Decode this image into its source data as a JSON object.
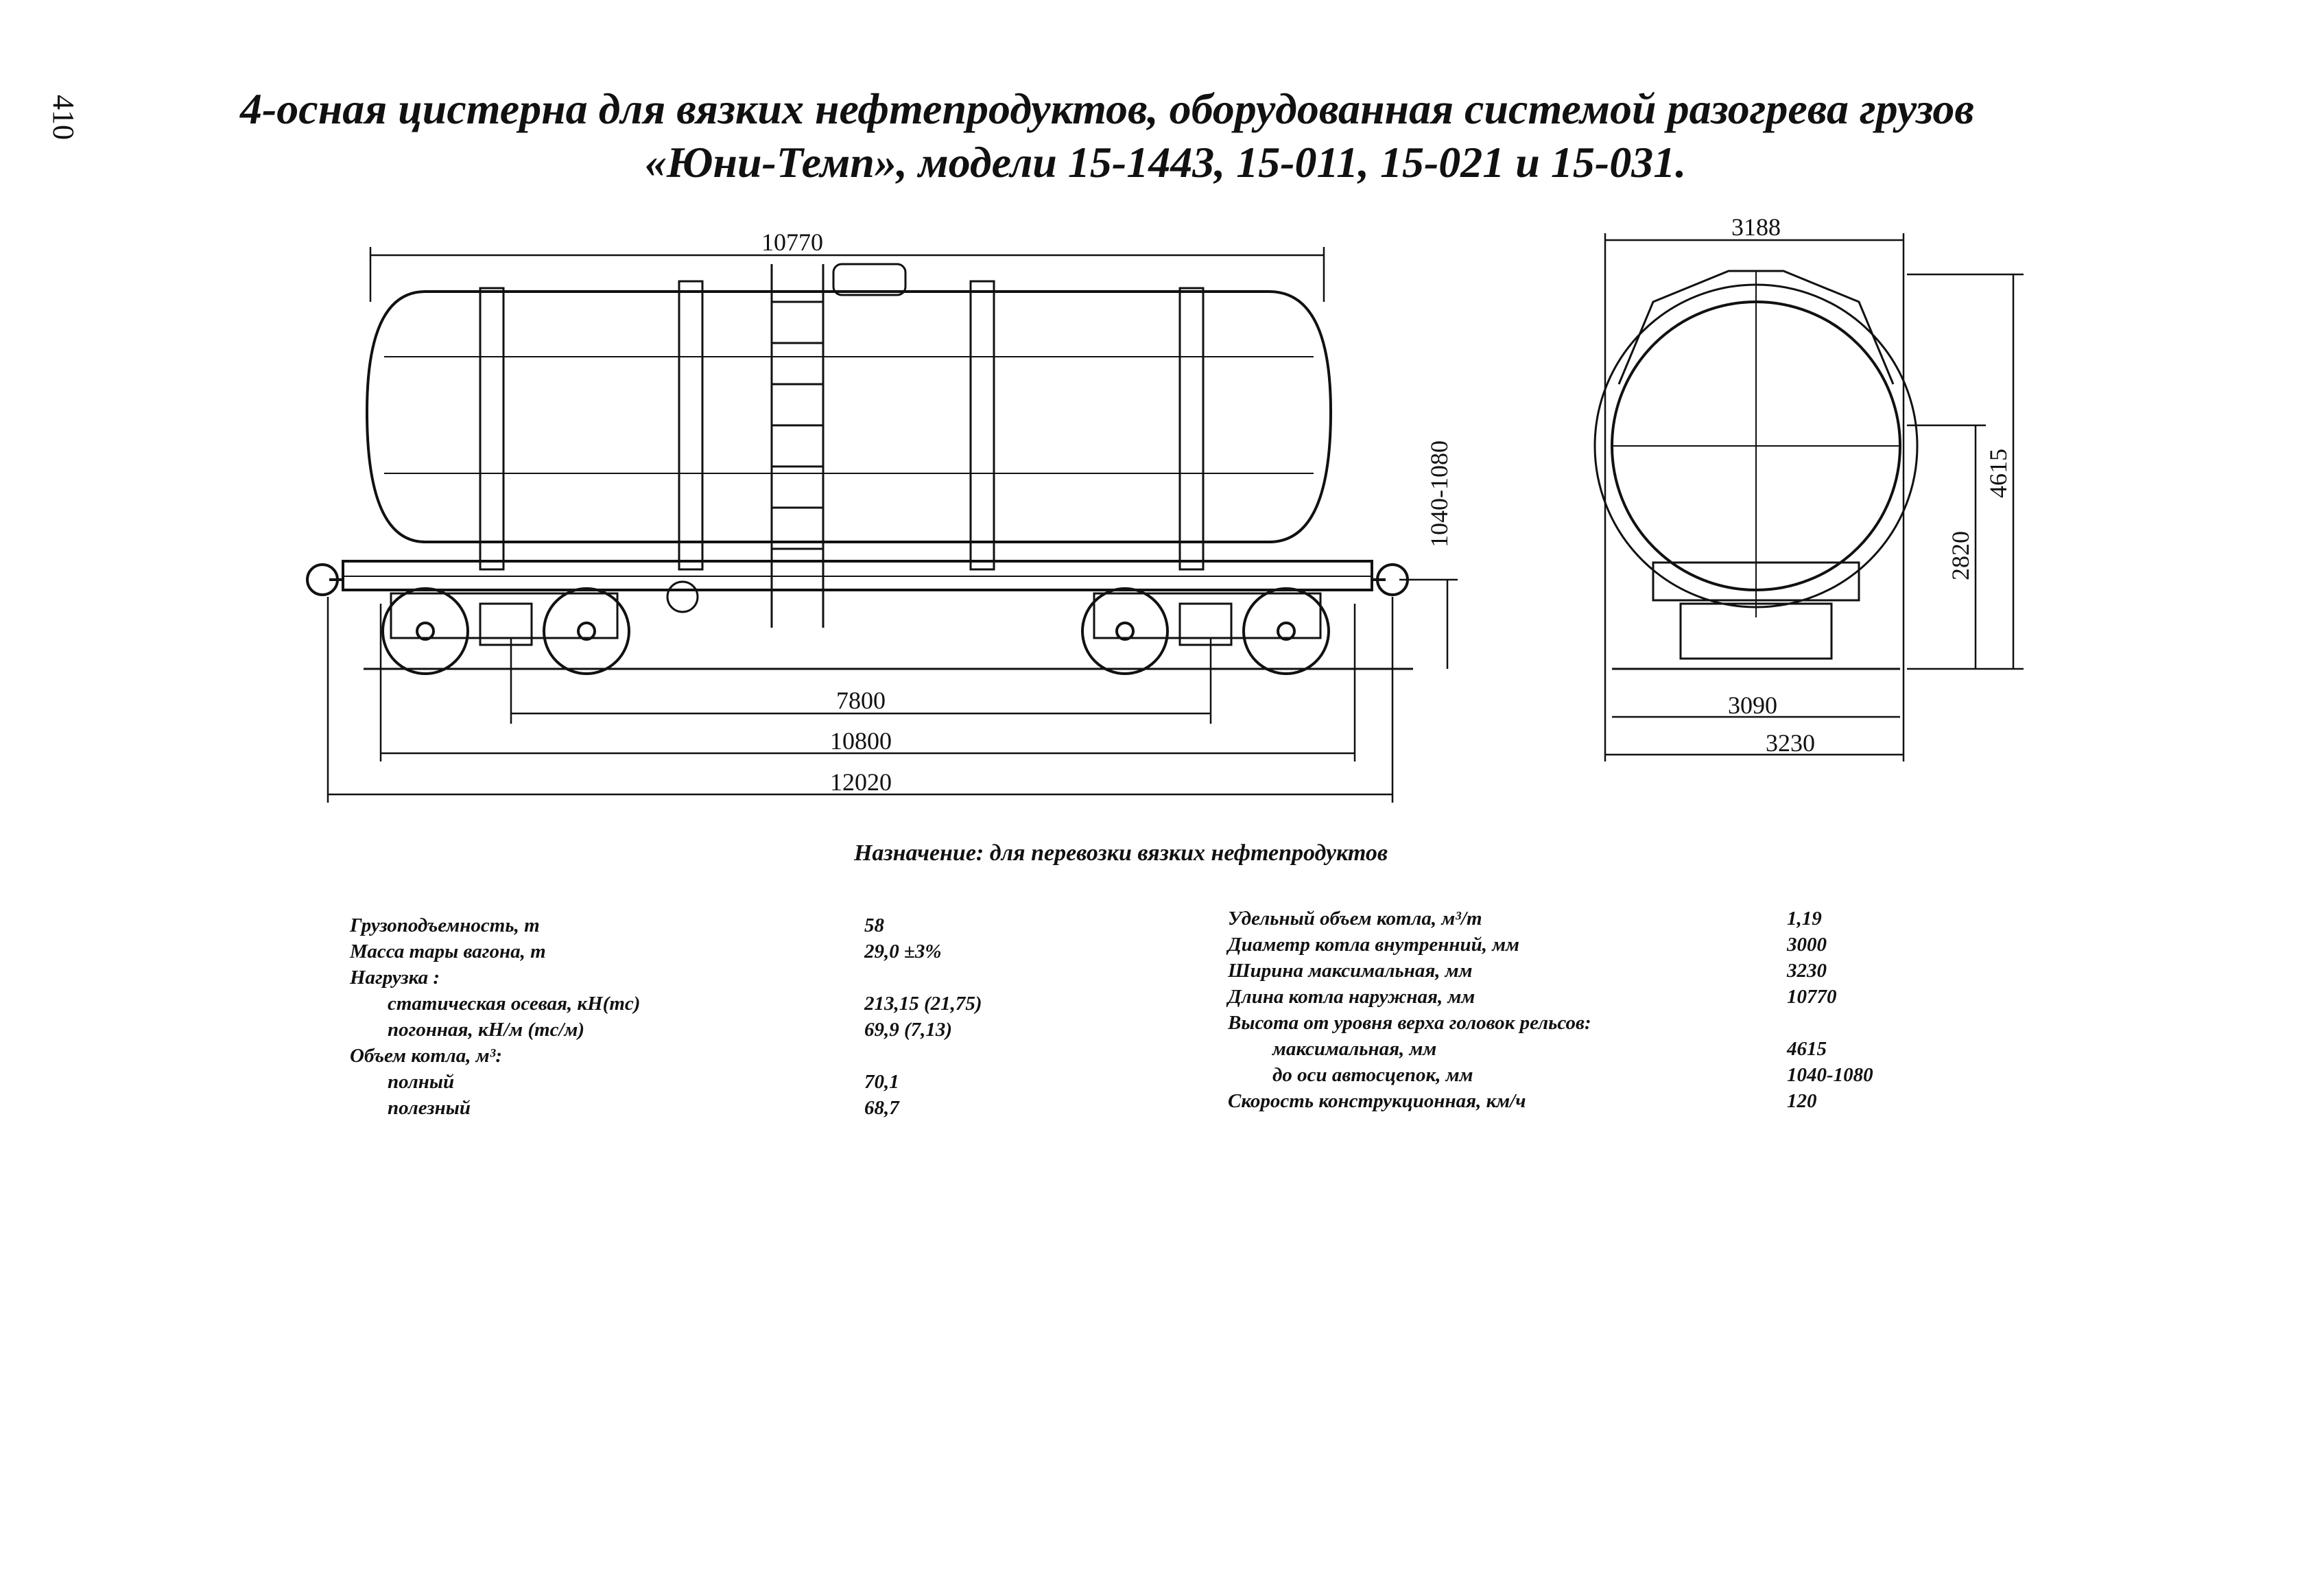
{
  "page_number": "410",
  "title": {
    "line1": "4-осная цистерна для вязких нефтепродуктов, оборудованная системой разогрева грузов",
    "line2": "«Юни-Темп», модели 15-1443, 15-011, 15-021 и 15-031."
  },
  "dimensions": {
    "side_view": {
      "boiler_length": "10770",
      "coupler_height": "1040-1080",
      "bogie_base": "7800",
      "frame_length": "10800",
      "coupler_length": "12020"
    },
    "end_view": {
      "top_width": "3188",
      "total_height": "4615",
      "boiler_axis_height": "2820",
      "bottom_width_inner": "3090",
      "max_width": "3230"
    }
  },
  "purpose": "Назначение: для перевозки вязких нефтепродуктов",
  "specs_left": {
    "labels": [
      "Грузоподъемность, т",
      "Масса тары вагона, т",
      "Нагрузка :",
      "статическая осевая, кН(тс)",
      "погонная, кН/м (тс/м)",
      "Объем котла, м³:",
      "полный",
      "полезный"
    ],
    "values": [
      "58",
      "29,0 ±3%",
      "",
      "213,15 (21,75)",
      "69,9 (7,13)",
      "",
      "70,1",
      "68,7"
    ]
  },
  "specs_right": {
    "labels": [
      "Удельный объем котла, м³/т",
      "Диаметр котла внутренний, мм",
      "Ширина максимальная, мм",
      "Длина котла наружная, мм",
      "Высота от уровня верха головок рельсов:",
      "максимальная, мм",
      "до оси автосцепок, мм",
      "Скорость конструкционная, км/ч"
    ],
    "values": [
      "1,19",
      "3000",
      "3230",
      "10770",
      "",
      "4615",
      "1040-1080",
      "120"
    ]
  }
}
